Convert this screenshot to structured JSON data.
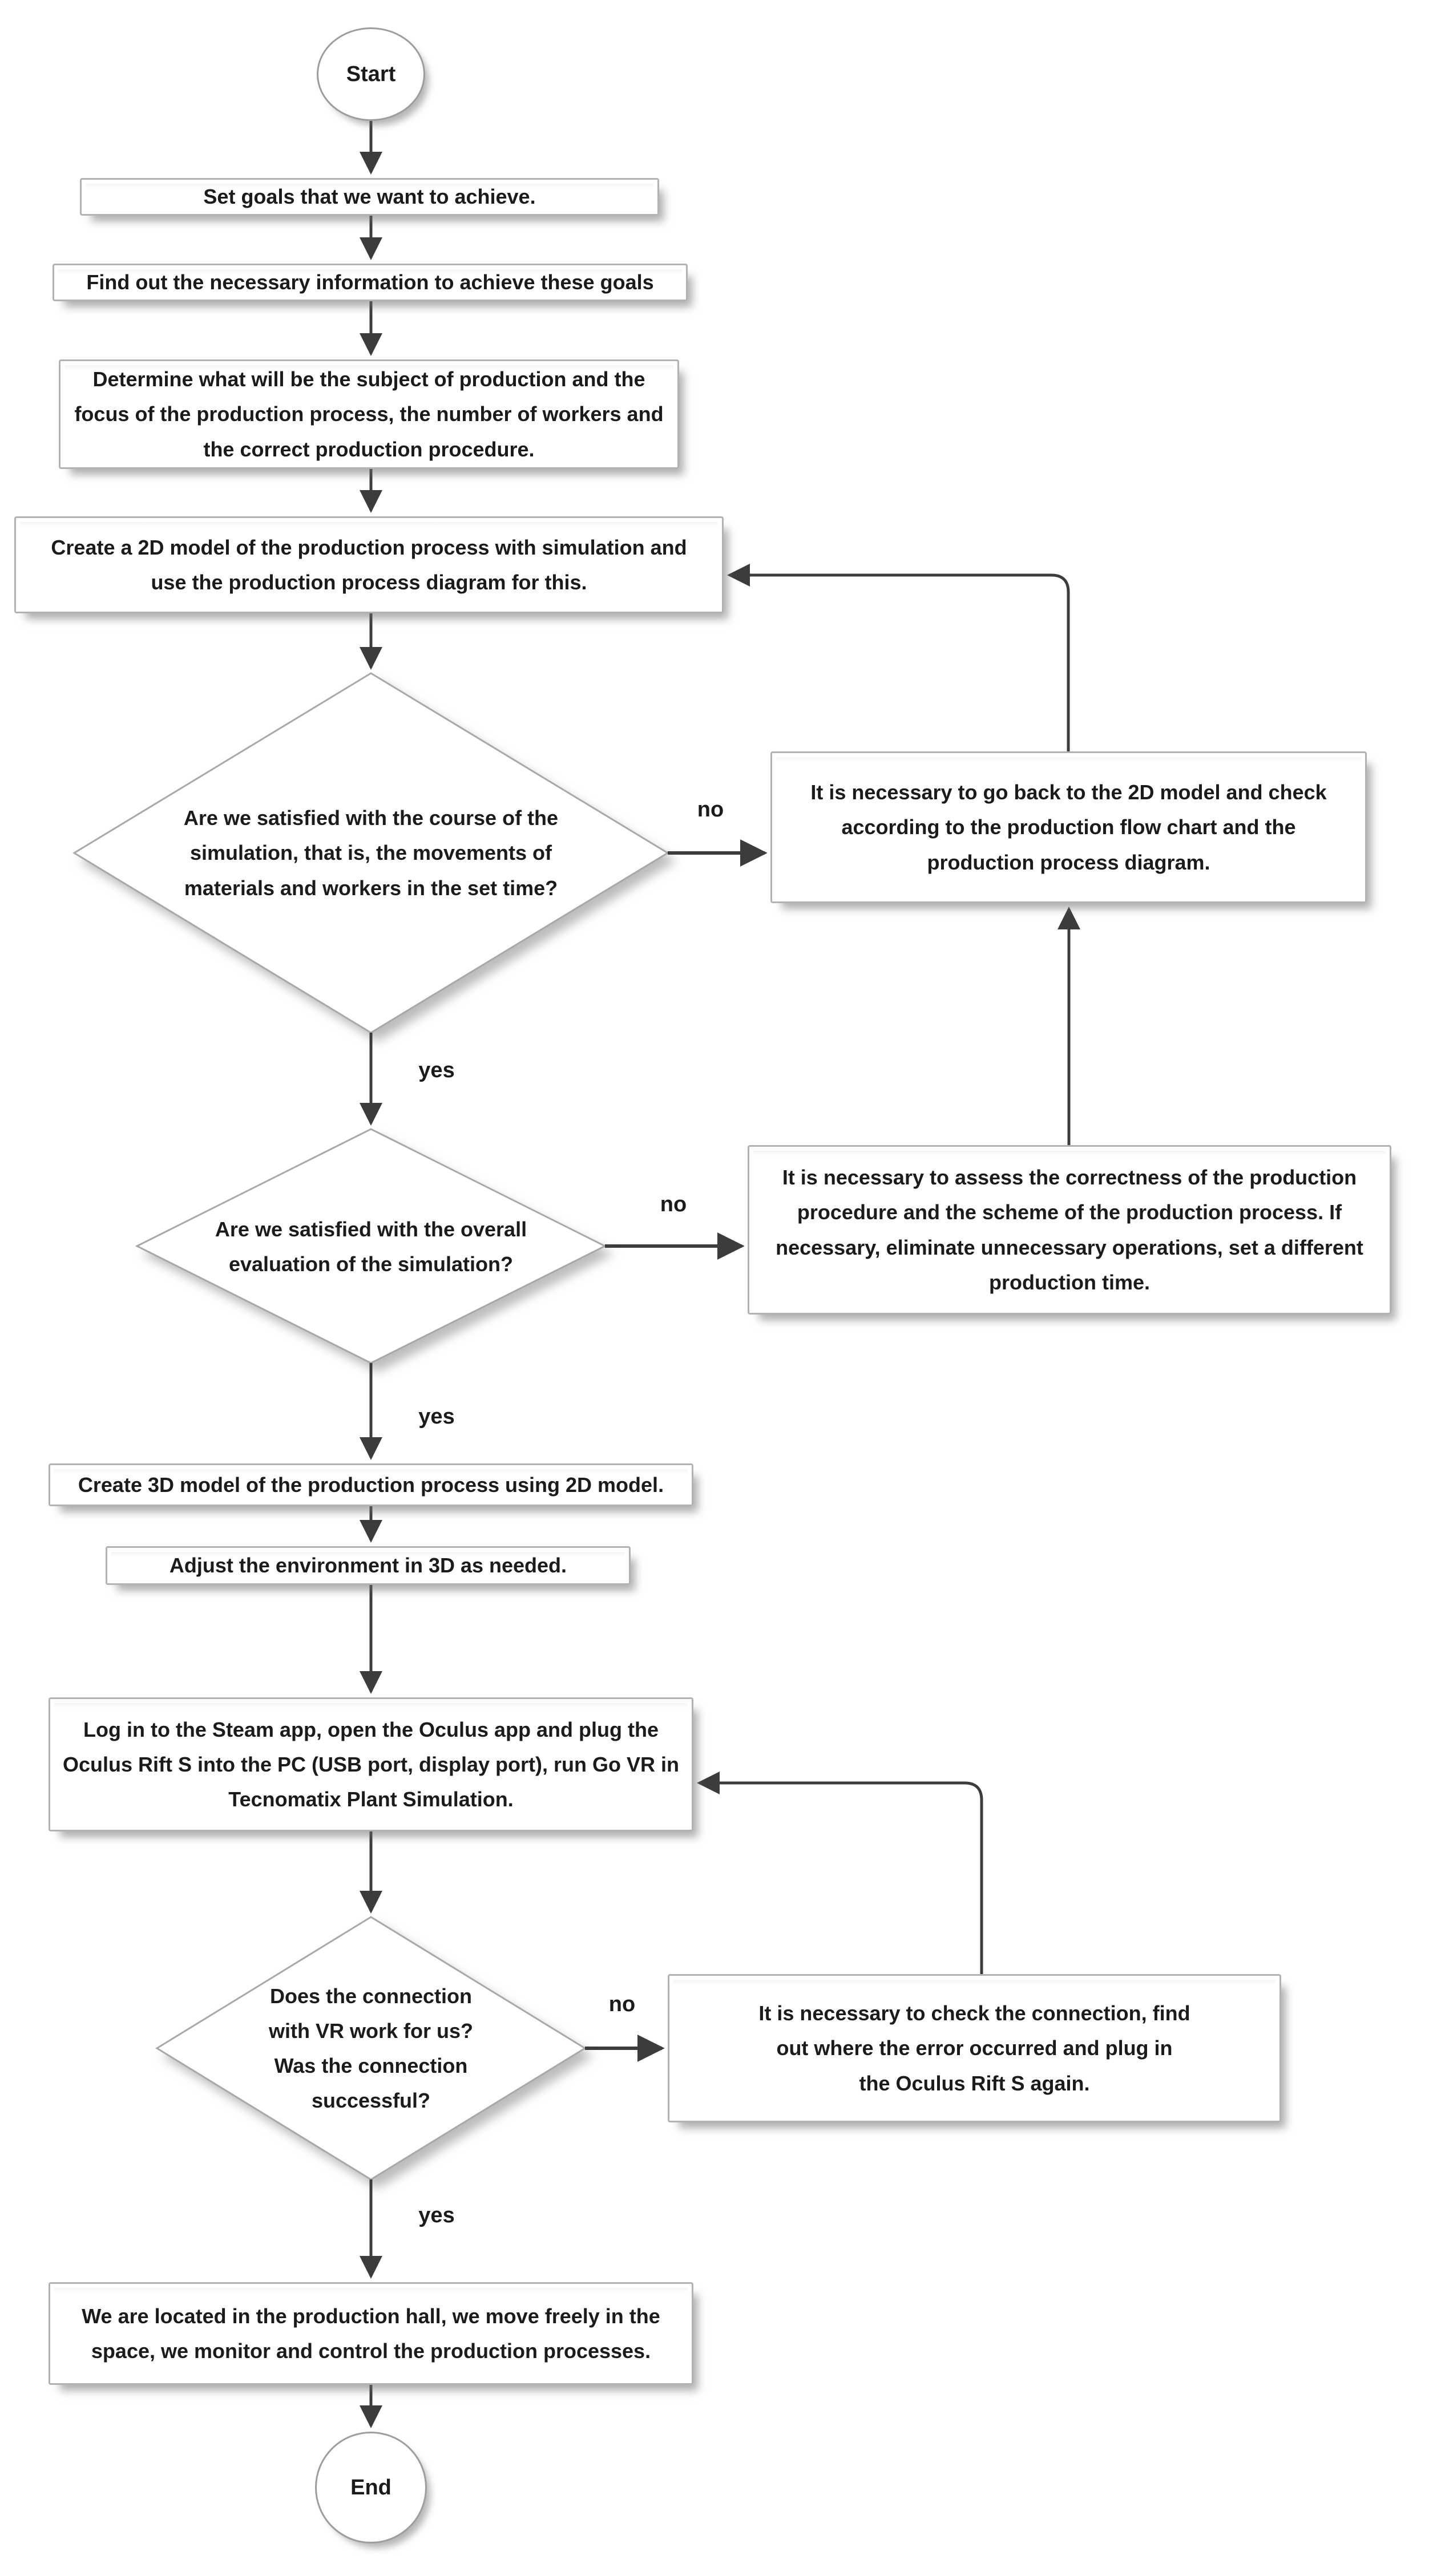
{
  "diagram": {
    "title": "VR production process flowchart",
    "colors": {
      "background": "#ffffff",
      "shape_fill": "#ffffff",
      "shape_border": "#aeaeae",
      "connector": "#3c3c3c",
      "text": "#1b1b1b"
    },
    "labels": {
      "yes": "yes",
      "no": "no"
    },
    "nodes": {
      "start": {
        "type": "terminator",
        "lines": [
          "Start"
        ]
      },
      "set_goals": {
        "type": "process",
        "lines": [
          "Set goals that we want to achieve."
        ]
      },
      "find_info": {
        "type": "process",
        "lines": [
          "Find out the necessary information to achieve these goals"
        ]
      },
      "determine": {
        "type": "process",
        "lines": [
          "Determine what will be the subject of production and the",
          "focus of the production process, the number of workers and",
          "the correct production procedure."
        ]
      },
      "create_2d": {
        "type": "process",
        "lines": [
          "Create a 2D model of the production process with simulation and",
          "use the production process diagram for this."
        ]
      },
      "d_simulation": {
        "type": "decision",
        "lines": [
          "Are we satisfied with the course of the",
          "simulation, that is, the movements of",
          "materials and workers in the set time?"
        ]
      },
      "fix_2d": {
        "type": "process",
        "lines": [
          "It is necessary to go back to the 2D model and check",
          "according to the production flow chart and the",
          "production process diagram."
        ]
      },
      "d_evaluation": {
        "type": "decision",
        "lines": [
          "Are we satisfied with the overall",
          "evaluation of the simulation?"
        ]
      },
      "fix_procedure": {
        "type": "process",
        "lines": [
          "It is necessary to assess the correctness of the production",
          "procedure and the scheme of the production process. If",
          "necessary, eliminate unnecessary operations, set a different",
          "production time."
        ]
      },
      "create_3d": {
        "type": "process",
        "lines": [
          "Create 3D model of the production process using 2D model."
        ]
      },
      "adjust_3d": {
        "type": "process",
        "lines": [
          "Adjust the environment in 3D as needed."
        ]
      },
      "login_steam": {
        "type": "process",
        "lines": [
          "Log in to the Steam app, open the Oculus app and plug the",
          "Oculus Rift S into the PC (USB port, display port), run Go VR in",
          "Tecnomatix Plant Simulation."
        ]
      },
      "d_connection": {
        "type": "decision",
        "lines": [
          "Does the connection",
          "with VR work for us?",
          "Was the connection",
          "successful?"
        ]
      },
      "fix_connection": {
        "type": "process",
        "lines": [
          "It is necessary to check the connection, find",
          "out where the error occurred and plug in",
          "the Oculus Rift S again."
        ]
      },
      "production_hall": {
        "type": "process",
        "lines": [
          "We are located in the production hall, we move freely in the",
          "space, we monitor and control the production processes."
        ]
      },
      "end": {
        "type": "terminator",
        "lines": [
          "End"
        ]
      }
    }
  }
}
